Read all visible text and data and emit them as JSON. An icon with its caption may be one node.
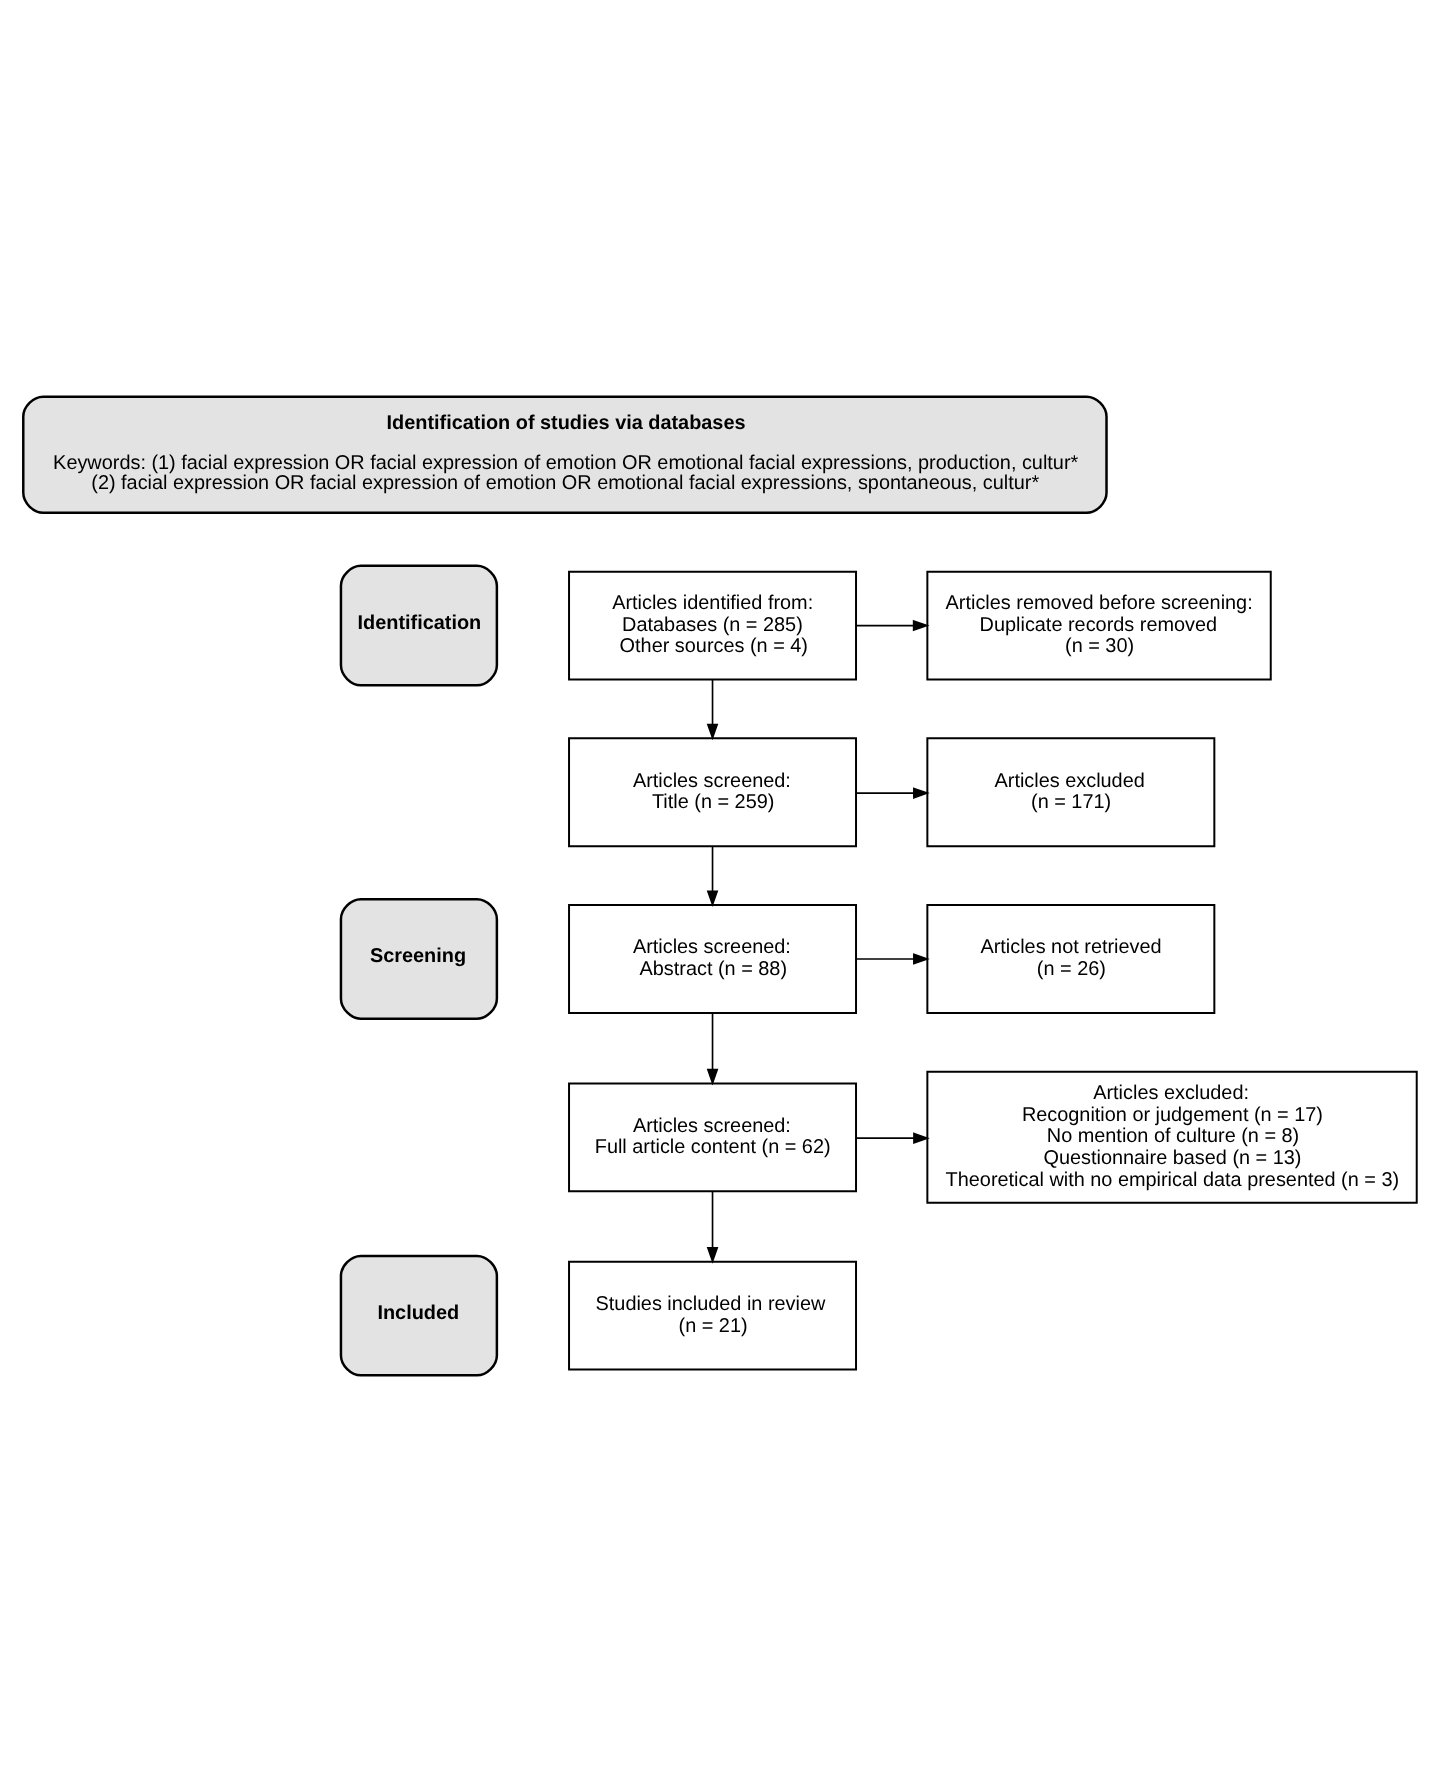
{
  "diagram": {
    "nodes": [
      {
        "text": [
          "Identification of studies via databases",
          "Keywords: (1) facial expression OR facial expression of emotion OR emotional facial expressions, production, cultur*",
          "(2) facial expression OR facial expression of emotion OR emotional facial expressions, spontaneous, cultur*"
        ]
      },
      {
        "text": [
          "Identification"
        ]
      },
      {
        "text": [
          "Screening"
        ]
      },
      {
        "text": [
          "Included"
        ]
      },
      {
        "text": [
          "Articles identified from:",
          "Databases (n = 285)",
          "Other sources (n = 4)"
        ]
      },
      {
        "text": [
          "Articles removed before screening:",
          "Duplicate records removed",
          "(n = 30)"
        ]
      },
      {
        "text": [
          "Articles screened:",
          "Title (n = 259)"
        ]
      },
      {
        "text": [
          "Articles excluded",
          "(n = 171)"
        ]
      },
      {
        "text": [
          "Articles screened:",
          "Abstract (n = 88)"
        ]
      },
      {
        "text": [
          "Articles not retrieved",
          "(n = 26)"
        ]
      },
      {
        "text": [
          "Articles screened:",
          "Full article content (n = 62)"
        ]
      },
      {
        "text": [
          "Articles excluded:",
          "Recognition or judgement (n = 17)",
          "No mention of culture (n = 8)",
          "Questionnaire based (n = 13)",
          "Theoretical with no empirical data presented (n = 3)"
        ]
      },
      {
        "text": [
          "Studies included in review",
          "(n = 21)"
        ]
      }
    ],
    "edges": [
      {
        "from": 4,
        "to": 5,
        "arrow": "to"
      },
      {
        "from": 4,
        "to": 6,
        "arrow": "to"
      },
      {
        "from": 6,
        "to": 7,
        "arrow": "to"
      },
      {
        "from": 6,
        "to": 8,
        "arrow": "to"
      },
      {
        "from": 8,
        "to": 9,
        "arrow": "to"
      },
      {
        "from": 8,
        "to": 10,
        "arrow": "to"
      },
      {
        "from": 10,
        "to": 11,
        "arrow": "to"
      },
      {
        "from": 10,
        "to": 12,
        "arrow": "to"
      }
    ]
  }
}
